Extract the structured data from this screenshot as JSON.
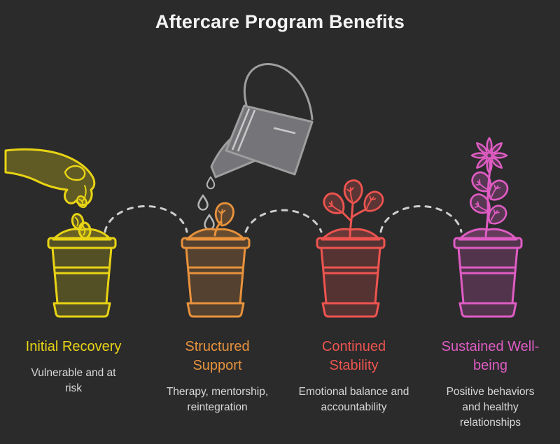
{
  "title": "Aftercare Program Benefits",
  "colors": {
    "background": "#2b2b2c",
    "title_text": "#f4f4f4",
    "desc_text": "#d8d8d8",
    "stage1": "#e8d414",
    "stage2": "#e8923c",
    "stage3": "#ee544f",
    "stage4": "#df5cc3",
    "can": "#9e9e9e",
    "can_fill": "#757579",
    "can_detail": "#c9c9c9",
    "arc": "#cdcdcd",
    "drop": "#b5b5b5"
  },
  "stages": [
    {
      "label": "Initial Recovery",
      "description": "Vulnerable and at risk",
      "icon": "hand-planting-seed"
    },
    {
      "label": "Structured Support",
      "description": "Therapy, mentorship, reintegration",
      "icon": "watering-can-sprout"
    },
    {
      "label": "Continued Stability",
      "description": "Emotional balance and accountability",
      "icon": "growing-plant"
    },
    {
      "label": "Sustained Well-being",
      "description": "Positive behaviors and healthy relationships",
      "icon": "flowering-plant"
    }
  ]
}
